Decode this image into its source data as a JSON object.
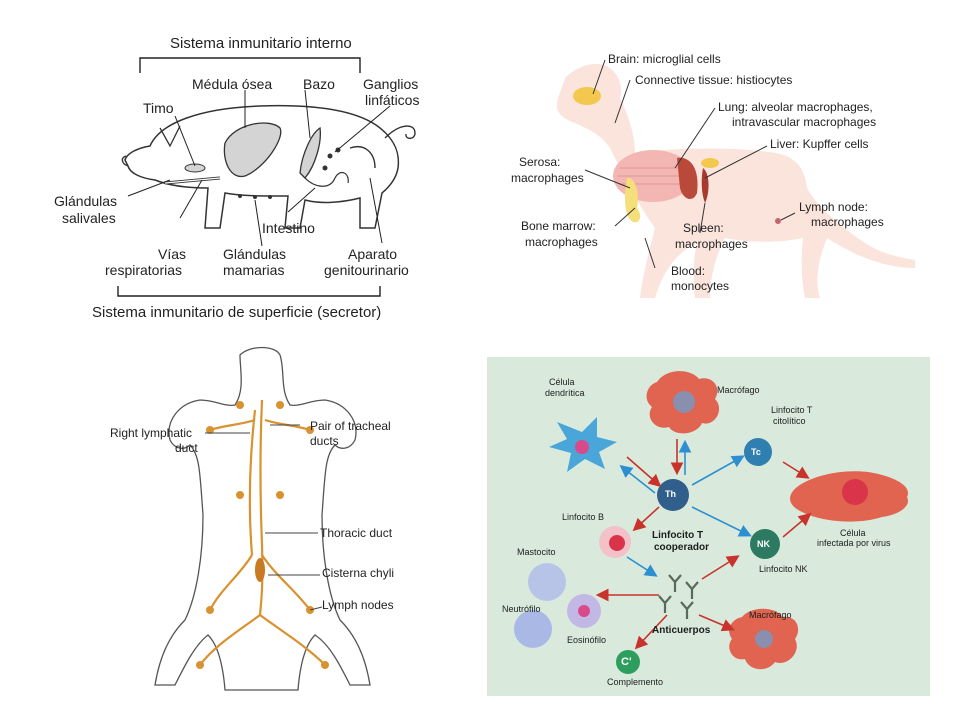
{
  "pig": {
    "title_top": "Sistema inmunitario interno",
    "title_bottom": "Sistema inmunitario de superficie (secretor)",
    "labels": {
      "medula": "Médula ósea",
      "bazo": "Bazo",
      "ganglios_1": "Ganglios",
      "ganglios_2": "linfáticos",
      "timo": "Timo",
      "glandulas_sal_1": "Glándulas",
      "glandulas_sal_2": "salivales",
      "intestino": "Intestino",
      "vias_1": "Vías",
      "vias_2": "respiratorias",
      "glandulas_mam_1": "Glándulas",
      "glandulas_mam_2": "mamarias",
      "aparato_1": "Aparato",
      "aparato_2": "genitourinario"
    }
  },
  "dog": {
    "labels": {
      "brain": "Brain: microglial cells",
      "connective": "Connective tissue: histiocytes",
      "lung_1": "Lung: alveolar macrophages,",
      "lung_2": "intravascular macrophages",
      "liver": "Liver: Kupffer cells",
      "serosa_1": "Serosa:",
      "serosa_2": "macrophages",
      "bone_1": "Bone marrow:",
      "bone_2": "macrophages",
      "spleen_1": "Spleen:",
      "spleen_2": "macrophages",
      "lymph_1": "Lymph node:",
      "lymph_2": "macrophages",
      "blood_1": "Blood:",
      "blood_2": "monocytes"
    }
  },
  "lymph": {
    "labels": {
      "right_1": "Right lymphatic",
      "right_2": "duct",
      "tracheal_1": "Pair of tracheal",
      "tracheal_2": "ducts",
      "thoracic": "Thoracic duct",
      "cisterna": "Cisterna chyli",
      "nodes": "Lymph nodes"
    }
  },
  "cells": {
    "labels": {
      "dendritica_1": "Célula",
      "dendritica_2": "dendrítica",
      "macrofago_top": "Macrófago",
      "linfocito_t_1": "Linfocito T",
      "linfocito_t_2": "citolítico",
      "th": "Th",
      "tc": "Tc",
      "nk": "NK",
      "celula_inf_1": "Célula",
      "celula_inf_2": "infectada por virus",
      "linfocito_b": "Linfocito B",
      "cooperador_1": "Linfocito T",
      "cooperador_2": "cooperador",
      "linfocito_nk": "Linfocito NK",
      "mastocito": "Mastocito",
      "neutrofilo": "Neutrófilo",
      "eosinofilo": "Eosinófilo",
      "anticuerpos": "Anticuerpos",
      "macrofago_bottom": "Macrófago",
      "c_prime": "C'",
      "complemento": "Complemento"
    },
    "colors": {
      "background": "#d9eadc",
      "red_arrow": "#c8332b",
      "blue_arrow": "#2e8fd0",
      "macrophage": "#e0644f",
      "dendritic": "#4aa6d8",
      "th_cell": "#2f5f8a",
      "nk_cell": "#2d7a63",
      "complement": "#2e9e5e"
    }
  }
}
